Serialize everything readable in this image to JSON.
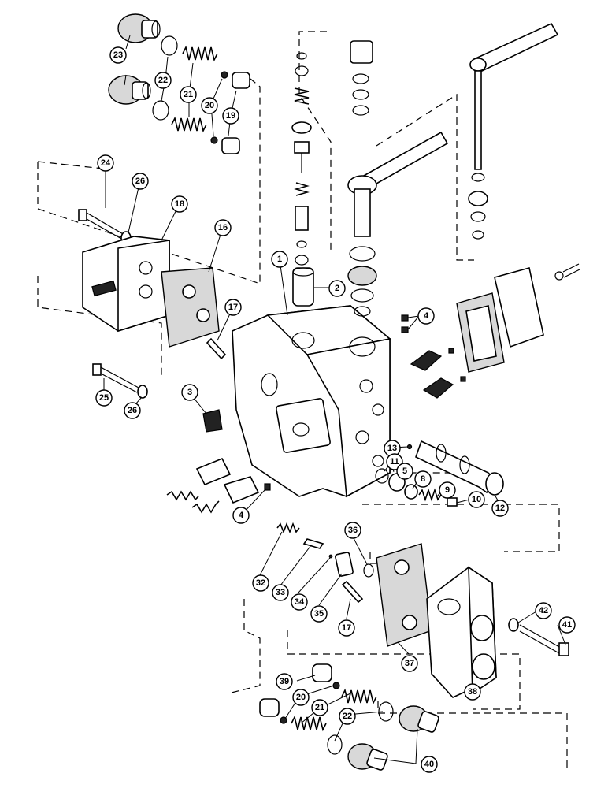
{
  "callouts": {
    "c1": "1",
    "c2": "2",
    "c3": "3",
    "c4": "4",
    "c5": "5",
    "c8": "8",
    "c9": "9",
    "c10": "10",
    "c11": "11",
    "c12": "12",
    "c13": "13",
    "c16": "16",
    "c17": "17",
    "c18": "18",
    "c19": "19",
    "c20": "20",
    "c21": "21",
    "c22": "22",
    "c23": "23",
    "c24": "24",
    "c25": "25",
    "c26": "26",
    "c32": "32",
    "c33": "33",
    "c34": "34",
    "c35": "35",
    "c36": "36",
    "c37": "37",
    "c38": "38",
    "c39": "39",
    "c40": "40",
    "c41": "41",
    "c42": "42"
  }
}
